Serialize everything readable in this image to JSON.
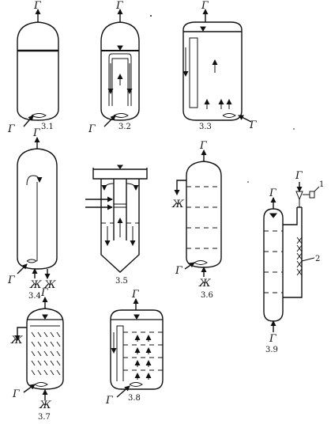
{
  "labels": {
    "gas": "Г",
    "liquid": "Ж",
    "fig_3_1": "3.1",
    "fig_3_2": "3.2",
    "fig_3_3": "3.3",
    "fig_3_4": "3.4",
    "fig_3_5": "3.5",
    "fig_3_6": "3.6",
    "fig_3_7": "3.7",
    "fig_3_8": "3.8",
    "fig_3_9": "3.9",
    "callout_1": "1",
    "callout_2": "2"
  }
}
